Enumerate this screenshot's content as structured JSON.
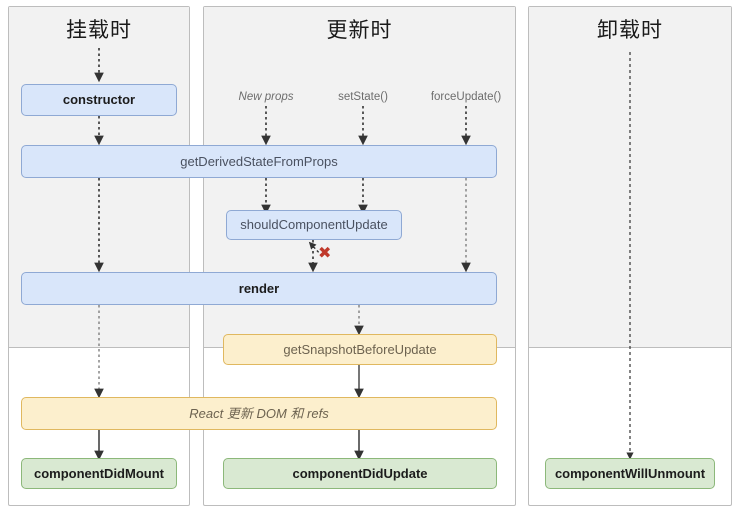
{
  "diagram": {
    "title_mounting": "挂载时",
    "title_updating": "更新时",
    "title_unmounting": "卸载时"
  },
  "triggers": [
    {
      "label": "New props",
      "style": "italic"
    },
    {
      "label": "setState()",
      "style": "normal"
    },
    {
      "label": "forceUpdate()",
      "style": "normal"
    }
  ],
  "nodes": {
    "constructor": "constructor",
    "get_derived_state_from_props": "getDerivedStateFromProps",
    "should_component_update": "shouldComponentUpdate",
    "render": "render",
    "get_snapshot_before_update": "getSnapshotBeforeUpdate",
    "react_updates_dom": "React 更新 DOM 和 refs",
    "component_did_mount": "componentDidMount",
    "component_did_update": "componentDidUpdate",
    "component_will_unmount": "componentWillUnmount"
  },
  "markers": {
    "skip_update_x": "✖"
  },
  "colors": {
    "blue_fill": "#d9e6fa",
    "blue_stroke": "#8fa9d4",
    "yellow_fill": "#fcefcd",
    "yellow_stroke": "#e0b85f",
    "green_fill": "#d9e9d2",
    "green_stroke": "#8cb87a",
    "phase_band": "#f2f2f2",
    "panel_border": "#bdbdbd",
    "x_mark": "#c0392b",
    "arrow": "#333333"
  }
}
